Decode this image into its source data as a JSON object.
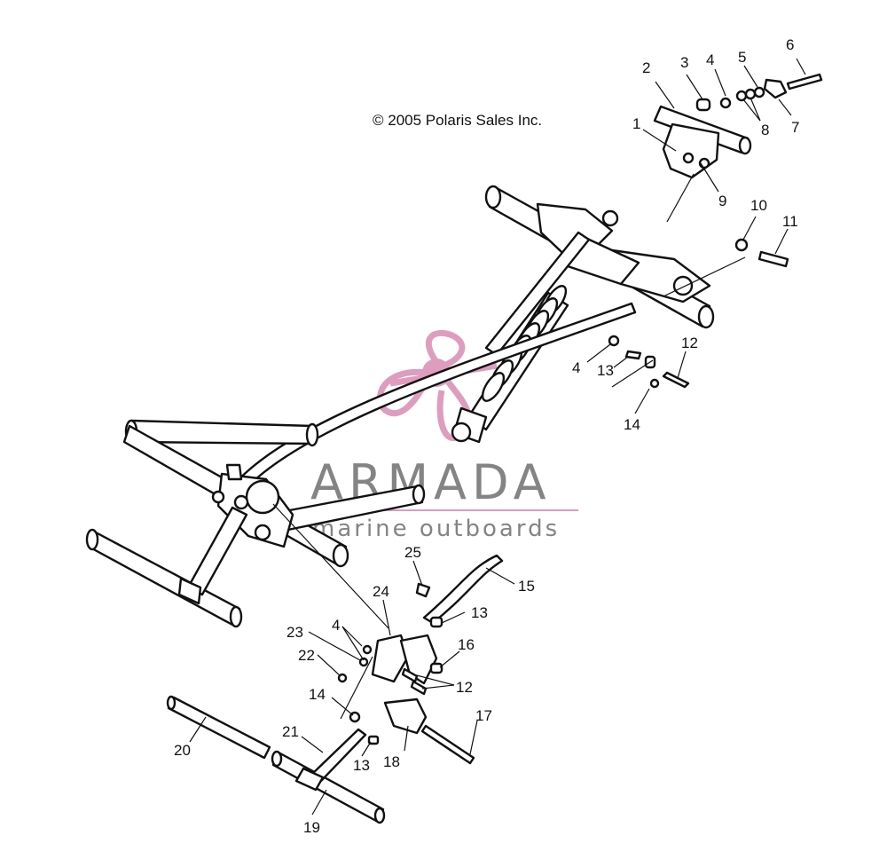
{
  "copyright": "© 2005 Polaris Sales Inc.",
  "watermark": {
    "name": "ARMADA",
    "tagline": "marine outboards",
    "accent_color": "#d98cb3"
  },
  "callouts": [
    "1",
    "2",
    "3",
    "4",
    "5",
    "6",
    "7",
    "8",
    "9",
    "10",
    "11",
    "12",
    "13",
    "14",
    "15",
    "16",
    "17",
    "18",
    "19",
    "20",
    "21",
    "22",
    "23",
    "24",
    "25"
  ]
}
